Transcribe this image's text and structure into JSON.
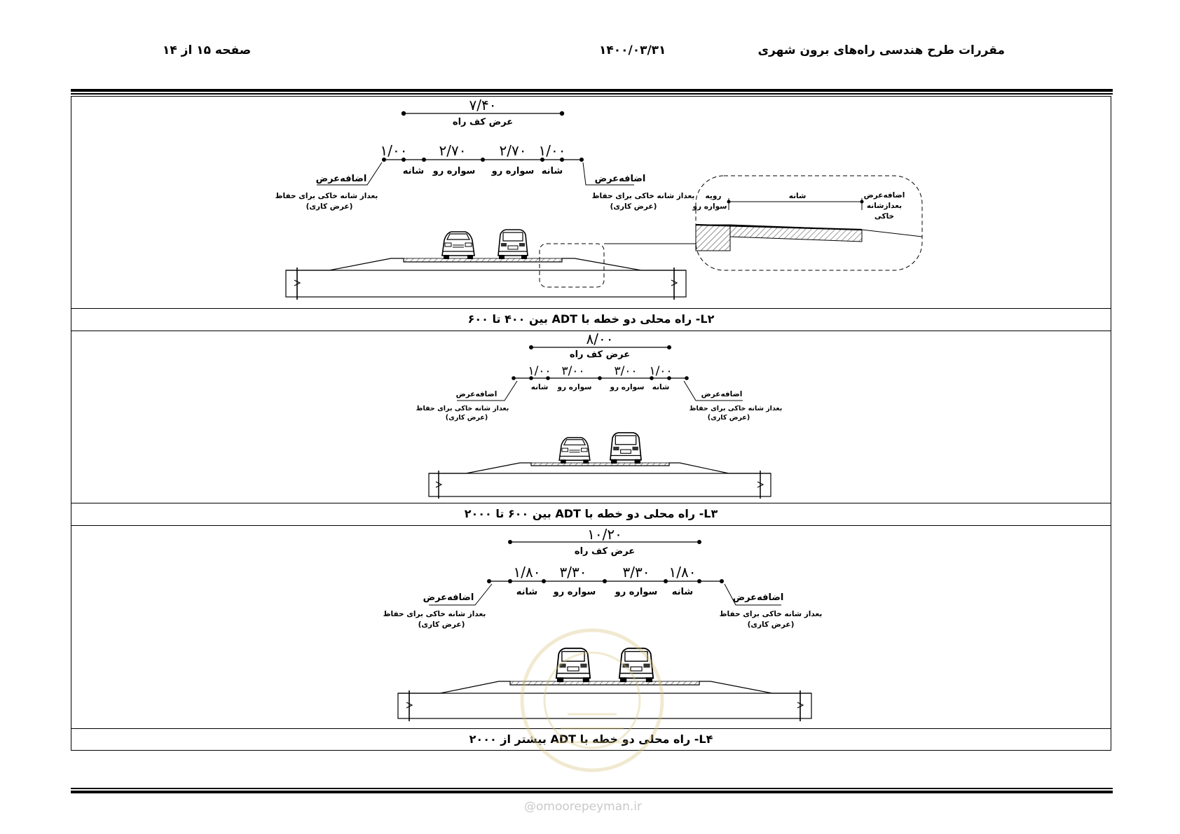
{
  "header": {
    "title": "مقررات طرح هندسی راه‌های برون شهری",
    "date": "۱۴۰۰/۰۳/۳۱",
    "page": "صفحه ۱۵ از ۱۴"
  },
  "labels": {
    "roadway_width": "عرض کف راه",
    "shoulder": "شانه",
    "lane": "سواره رو",
    "extra_width": "اضافه‌عرض",
    "after_soil_shoulder": "بعداز شانه خاکی برای حفاظ",
    "working_width": "(عرض کاری)",
    "detail_rouyeh": "رویه",
    "detail_lane": "سواره رو",
    "detail_shoulder": "شانه",
    "detail_extra": "اضافه‌عرض",
    "detail_after": "بعدازشانه",
    "detail_soil": "خاکی"
  },
  "sections": [
    {
      "caption": "L۲- راه محلی دو خطه با ADT بین ۴۰۰ تا ۶۰۰",
      "total_width": "۷/۴۰",
      "dims": [
        "۱/۰۰",
        "۲/۷۰",
        "۲/۷۰",
        "۱/۰۰"
      ]
    },
    {
      "caption": "L۳- راه محلی دو خطه با ADT بین ۶۰۰ تا ۲۰۰۰",
      "total_width": "۸/۰۰",
      "dims": [
        "۱/۰۰",
        "۳/۰۰",
        "۳/۰۰",
        "۱/۰۰"
      ]
    },
    {
      "caption": "L۴- راه محلی دو خطه با ADT بیشتر از ۲۰۰۰",
      "total_width": "۱۰/۲۰",
      "dims": [
        "۱/۸۰",
        "۳/۳۰",
        "۳/۳۰",
        "۱/۸۰"
      ]
    }
  ],
  "watermark": "@omoorepeyman.ir"
}
